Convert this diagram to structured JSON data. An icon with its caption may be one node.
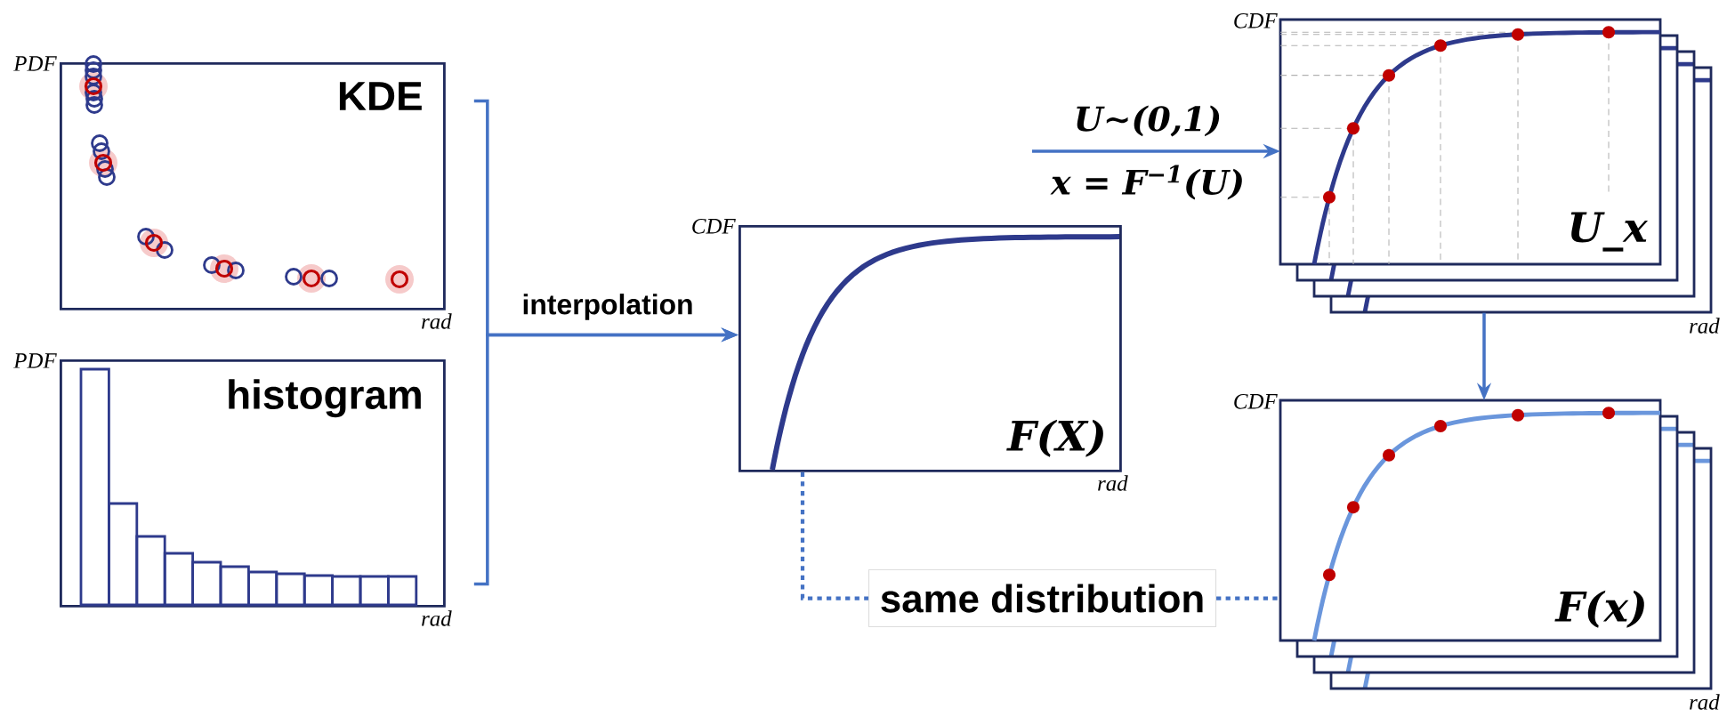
{
  "diagram": {
    "nodes": [
      {
        "text": [
          "KDE"
        ],
        "beside": [
          "PDF",
          "rad"
        ]
      },
      {
        "text": [
          "histogram"
        ],
        "beside": [
          "PDF",
          "rad"
        ]
      },
      {
        "text": [
          "F(X)"
        ],
        "beside": [
          "CDF",
          "rad"
        ]
      },
      {
        "text": [
          "U_x"
        ],
        "beside": [
          "CDF",
          "rad"
        ]
      },
      {
        "text": [
          "F(x)"
        ],
        "beside": [
          "CDF",
          "rad"
        ]
      },
      {
        "text": [
          "same distribution"
        ]
      }
    ],
    "edges": [
      {
        "from": 0,
        "to": 2,
        "arrow": "to",
        "label": "interpolation"
      },
      {
        "from": 1,
        "to": 2,
        "arrow": "to"
      },
      {
        "from": null,
        "to": 3,
        "arrow": "to",
        "label": "U∼(0,1)"
      },
      {
        "from": 3,
        "to": 4,
        "arrow": "to"
      },
      {
        "from": 2,
        "to": 5,
        "arrow": "none",
        "style": "dashed"
      },
      {
        "from": 5,
        "to": 4,
        "arrow": "none",
        "style": "dashed"
      }
    ],
    "labels": [
      "x = F$^{−1}$(U)"
    ]
  }
}
